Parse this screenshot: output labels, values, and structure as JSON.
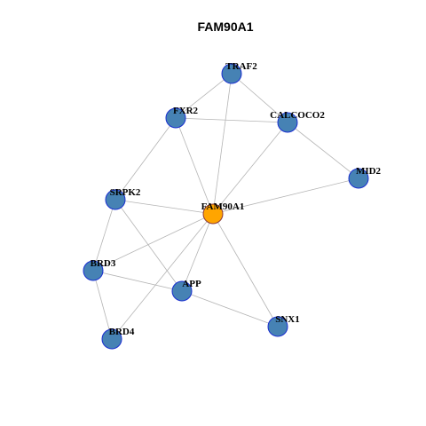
{
  "graph": {
    "title": "FAM90A1",
    "colors": {
      "node_fill": "#4682b4",
      "node_stroke": "#1a2fd0",
      "hub_fill": "#ffa500",
      "hub_stroke": "#8b3a3a",
      "edge": "#b4b4b4"
    },
    "nodes": [
      {
        "id": "TRAF2",
        "label": "TRAF2",
        "hub": false
      },
      {
        "id": "FXR2",
        "label": "FXR2",
        "hub": false
      },
      {
        "id": "CALCOCO2",
        "label": "CALCOCO2",
        "hub": false
      },
      {
        "id": "MID2",
        "label": "MID2",
        "hub": false
      },
      {
        "id": "SRPK2",
        "label": "SRPK2",
        "hub": false
      },
      {
        "id": "FAM90A1",
        "label": "FAM90A1",
        "hub": true
      },
      {
        "id": "BRD3",
        "label": "BRD3",
        "hub": false
      },
      {
        "id": "APP",
        "label": "APP",
        "hub": false
      },
      {
        "id": "SNX1",
        "label": "SNX1",
        "hub": false
      },
      {
        "id": "BRD4",
        "label": "BRD4",
        "hub": false
      }
    ],
    "edges": [
      [
        "TRAF2",
        "FXR2"
      ],
      [
        "TRAF2",
        "CALCOCO2"
      ],
      [
        "TRAF2",
        "FAM90A1"
      ],
      [
        "FXR2",
        "CALCOCO2"
      ],
      [
        "FXR2",
        "SRPK2"
      ],
      [
        "FXR2",
        "FAM90A1"
      ],
      [
        "CALCOCO2",
        "MID2"
      ],
      [
        "CALCOCO2",
        "FAM90A1"
      ],
      [
        "MID2",
        "FAM90A1"
      ],
      [
        "SRPK2",
        "FAM90A1"
      ],
      [
        "SRPK2",
        "BRD3"
      ],
      [
        "SRPK2",
        "APP"
      ],
      [
        "FAM90A1",
        "BRD3"
      ],
      [
        "FAM90A1",
        "APP"
      ],
      [
        "FAM90A1",
        "SNX1"
      ],
      [
        "FAM90A1",
        "BRD4"
      ],
      [
        "BRD3",
        "APP"
      ],
      [
        "BRD3",
        "BRD4"
      ],
      [
        "APP",
        "SNX1"
      ]
    ]
  }
}
